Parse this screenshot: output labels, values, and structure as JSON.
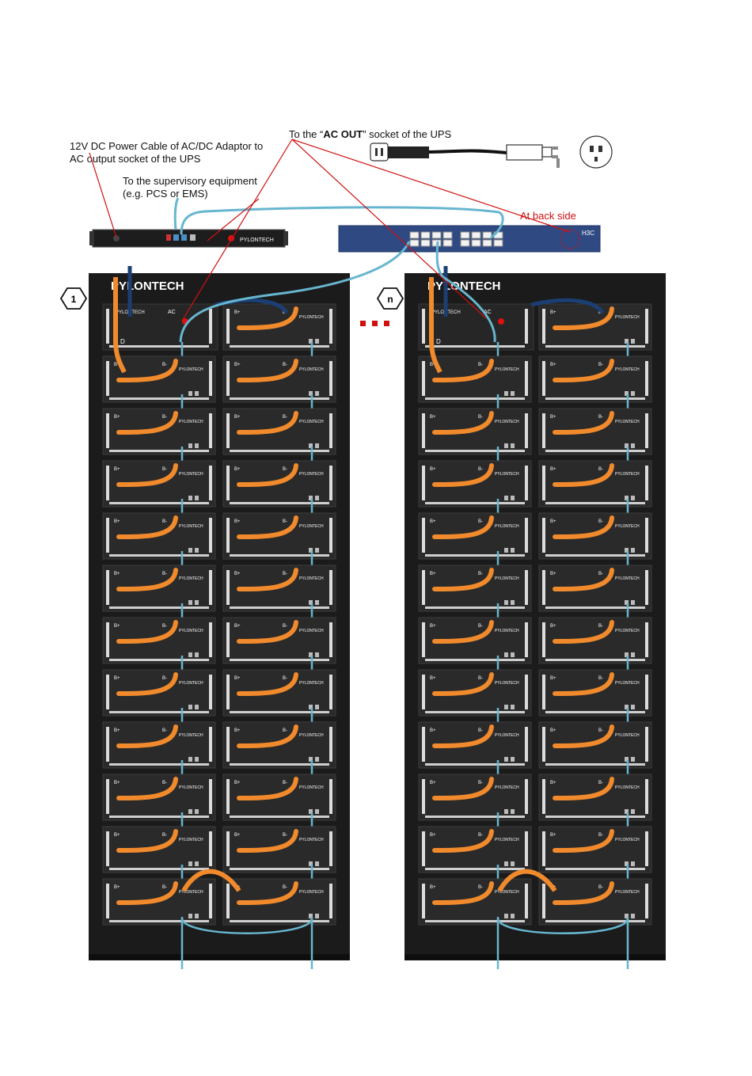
{
  "annotations": {
    "dc_cable_line1": "12V DC Power Cable of AC/DC Adaptor to",
    "dc_cable_line2": "AC output socket of the UPS",
    "supervisory_line1": "To the supervisory equipment",
    "supervisory_line2": "(e.g. PCS or EMS)",
    "ac_out_prefix": "To the “",
    "ac_out_bold": "AC OUT",
    "ac_out_suffix": "” socket of the UPS",
    "back_side": "At back side"
  },
  "racks": [
    {
      "id": "1",
      "brand": "PYLONTECH"
    },
    {
      "id": "n",
      "brand": "PYLONTECH"
    }
  ],
  "module": {
    "brand": "PYLONTECH",
    "pos_terminal": "B+",
    "neg_terminal": "B-"
  },
  "controller": {
    "brand": "PYLONTECH",
    "ac_label": "AC",
    "dc_label": "D"
  },
  "switch": {
    "brand": "H3C"
  },
  "ellipsis": "…",
  "colors": {
    "power_cable": "#f08a2c",
    "comm_cable": "#67b6cf",
    "neg_cable": "#1c3f73",
    "rack": "#1b1b1b",
    "module": "#2a2a2a",
    "switch": "#2f4a82",
    "leader_red": "#d01010"
  }
}
